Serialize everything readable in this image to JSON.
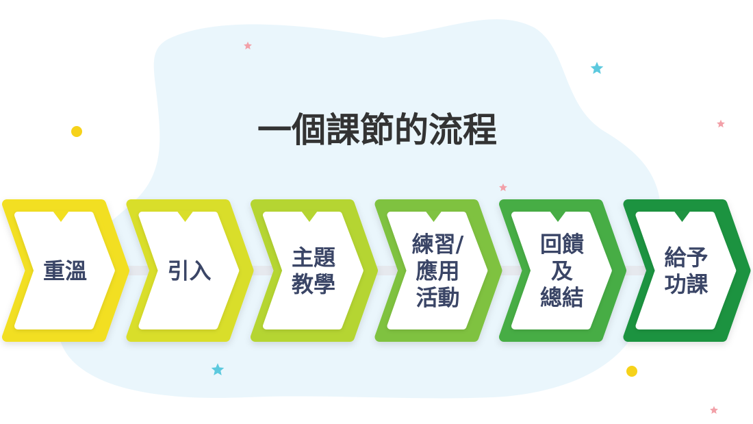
{
  "title": "一個課節的流程",
  "colors": {
    "title": "#333333",
    "step_text": "#3a4566",
    "blob": "#eaf6fc",
    "connector": "#e6e9ee",
    "star_pink": "#f2a0a8",
    "star_cyan": "#5cc9de",
    "dot_yellow": "#f6d21a"
  },
  "steps": [
    {
      "lines": [
        "重溫"
      ],
      "color": "#f2df20",
      "color_dark": "#e2cc10"
    },
    {
      "lines": [
        "引入"
      ],
      "color": "#d9de2a",
      "color_dark": "#c6cc1a"
    },
    {
      "lines": [
        "主題",
        "教學"
      ],
      "color": "#b5d531",
      "color_dark": "#9fc221"
    },
    {
      "lines": [
        "練習/",
        "應用",
        "活動"
      ],
      "color": "#7fc241",
      "color_dark": "#69ae33"
    },
    {
      "lines": [
        "回饋",
        "及",
        "總結"
      ],
      "color": "#47ad45",
      "color_dark": "#379a37"
    },
    {
      "lines": [
        "給予",
        "功課"
      ],
      "color": "#1f9341",
      "color_dark": "#137f33"
    }
  ]
}
